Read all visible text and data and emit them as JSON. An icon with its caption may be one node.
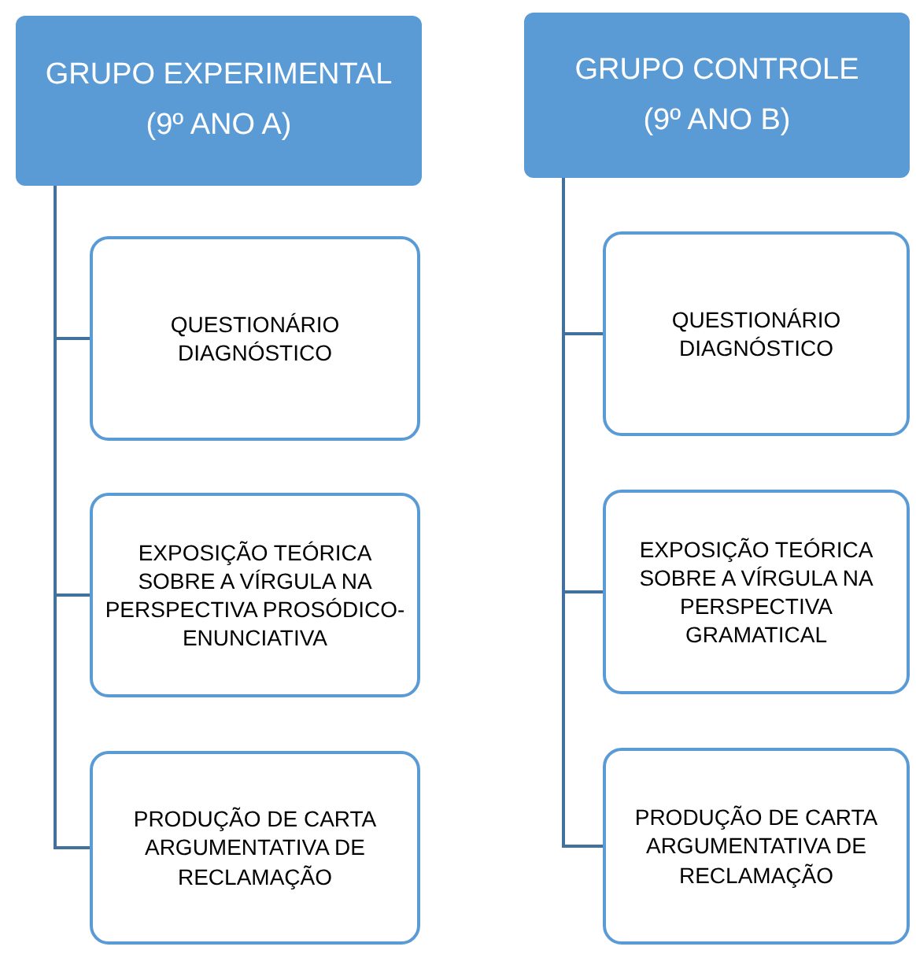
{
  "diagram": {
    "nodes": [
      {
        "text": [
          "GRUPO EXPERIMENTAL",
          "(9º ANO A)"
        ]
      },
      {
        "text": [
          "QUESTIONÁRIO DIAGNÓSTICO"
        ]
      },
      {
        "text": [
          "EXPOSIÇÃO TEÓRICA SOBRE A VÍRGULA NA PERSPECTIVA PROSÓDICO-ENUNCIATIVA"
        ]
      },
      {
        "text": [
          "PRODUÇÃO DE CARTA ARGUMENTATIVA DE RECLAMAÇÃO"
        ]
      },
      {
        "text": [
          "GRUPO CONTROLE",
          "(9º ANO B)"
        ]
      },
      {
        "text": [
          "QUESTIONÁRIO DIAGNÓSTICO"
        ]
      },
      {
        "text": [
          "EXPOSIÇÃO TEÓRICA SOBRE A VÍRGULA NA PERSPECTIVA GRAMATICAL"
        ]
      },
      {
        "text": [
          "PRODUÇÃO DE CARTA ARGUMENTATIVA DE RECLAMAÇÃO"
        ]
      }
    ],
    "edges": [
      {
        "from": 0,
        "to": 1,
        "arrow": "none"
      },
      {
        "from": 0,
        "to": 2,
        "arrow": "none"
      },
      {
        "from": 0,
        "to": 3,
        "arrow": "none"
      },
      {
        "from": 4,
        "to": 5,
        "arrow": "none"
      },
      {
        "from": 4,
        "to": 6,
        "arrow": "none"
      },
      {
        "from": 4,
        "to": 7,
        "arrow": "none"
      }
    ]
  }
}
